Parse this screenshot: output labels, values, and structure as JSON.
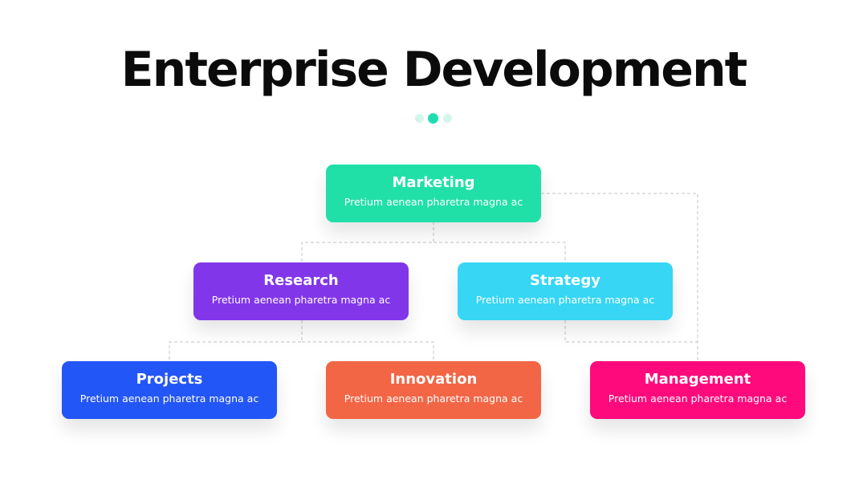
{
  "title": "Enterprise Development",
  "pagination": {
    "count": 3,
    "active_index": 1
  },
  "nodes": {
    "marketing": {
      "title": "Marketing",
      "desc": "Pretium aenean pharetra magna ac",
      "color": "#20e0a8"
    },
    "research": {
      "title": "Research",
      "desc": "Pretium aenean pharetra magna ac",
      "color": "#8236ea"
    },
    "strategy": {
      "title": "Strategy",
      "desc": "Pretium aenean pharetra magna ac",
      "color": "#36d6f4"
    },
    "projects": {
      "title": "Projects",
      "desc": "Pretium aenean pharetra magna ac",
      "color": "#2356f6"
    },
    "innovation": {
      "title": "Innovation",
      "desc": "Pretium aenean pharetra magna ac",
      "color": "#f26645"
    },
    "management": {
      "title": "Management",
      "desc": "Pretium aenean pharetra magna ac",
      "color": "#ff0a7c"
    }
  },
  "colors": {
    "connector": "#c4c4c4",
    "dot_active": "#20ddb0",
    "dot_inactive": "#d3f6ec"
  }
}
